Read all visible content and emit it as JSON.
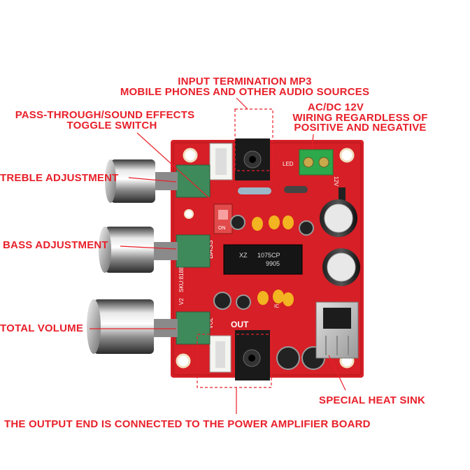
{
  "annotations": {
    "input_line1": "INPUT TERMINATION MP3",
    "input_line2": "MOBILE PHONES AND OTHER AUDIO SOURCES",
    "pass_line1": "PASS-THROUGH/SOUND EFFECTS",
    "pass_line2": "TOGGLE SWITCH",
    "acdc_line1": "AC/DC 12V",
    "acdc_line2": "WIRING REGARDLESS OF",
    "acdc_line3": "POSITIVE AND NEGATIVE",
    "treble": "TREBLE ADJUSTMENT",
    "bass": "BASS ADJUSTMENT",
    "total_volume": "TOTAL VOLUME",
    "heat_sink": "SPECIAL HEAT SINK",
    "output": "THE OUTPUT END IS CONNECTED TO THE POWER AMPLIFIER BOARD"
  },
  "board_silkscreen": {
    "ic_brand": "XZ",
    "ic_model": "1075CP",
    "ic_code": "9905",
    "bass": "BASS",
    "out": "OUT",
    "led": "LED",
    "v12": "12V",
    "sku": "SKU:8188",
    "v2": "V2",
    "vol": "VOL",
    "on": "ON",
    "ic_label": "IC"
  },
  "colors": {
    "annotation": "#e8202a",
    "board": "#d61f26",
    "potentiometer": "#3f8a5a"
  }
}
